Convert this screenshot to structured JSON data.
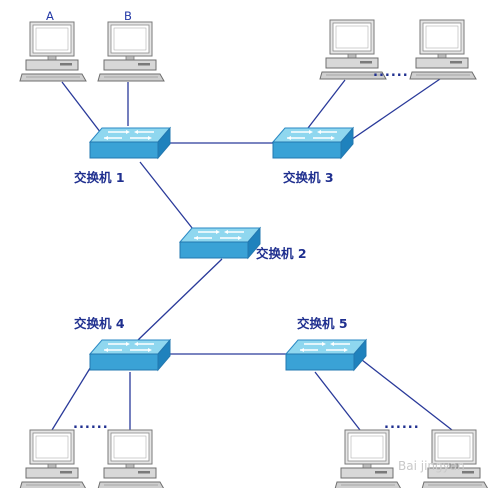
{
  "pc_labels": {
    "a": "A",
    "b": "B"
  },
  "switch_labels": {
    "sw1": "交换机 1",
    "sw2": "交换机 2",
    "sw3": "交换机 3",
    "sw4": "交换机 4",
    "sw5": "交换机 5"
  },
  "ellipses": {
    "top_right": "......",
    "bottom_left": "......",
    "bottom_right": "......"
  },
  "watermark": "Bai jingyan",
  "colors": {
    "switch_top": "#8fd7ef",
    "switch_front": "#3aa2d6",
    "switch_side": "#1f82bd",
    "link": "#2a3a9a",
    "label": "#1f2f8f"
  },
  "icons": {
    "computer": "computer-icon",
    "switch": "network-switch-icon"
  }
}
